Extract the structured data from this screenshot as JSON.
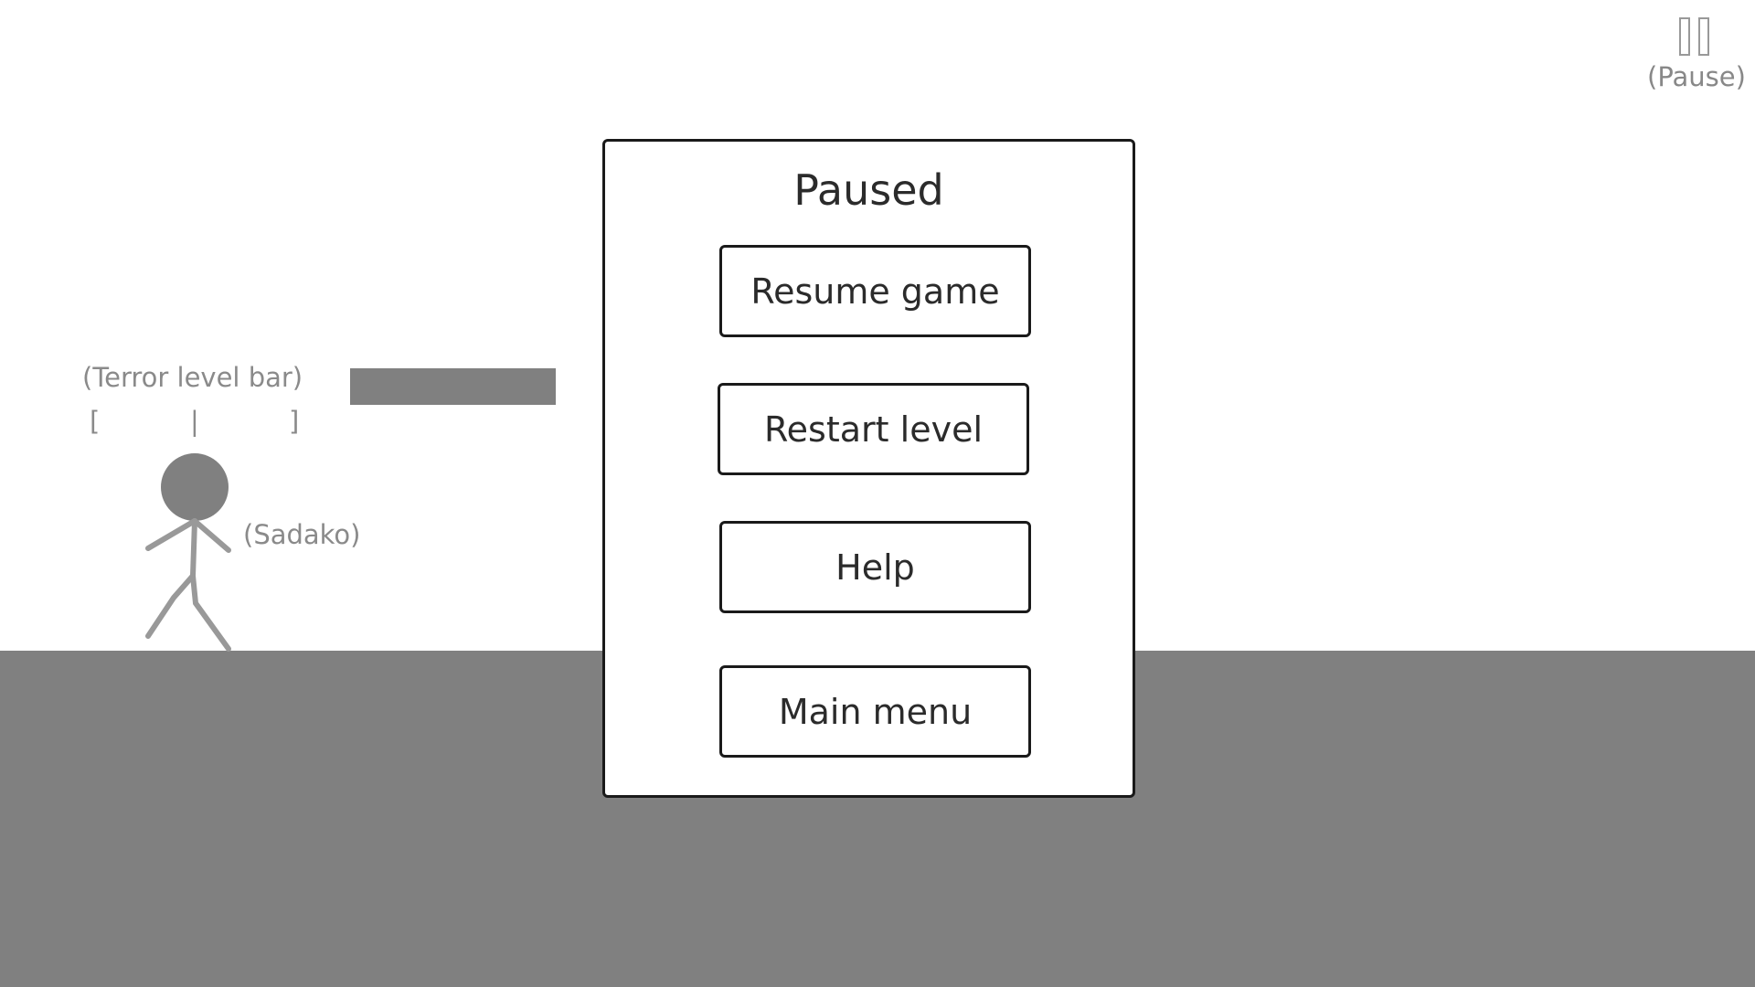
{
  "hud": {
    "pause_icon": "pause-icon",
    "pause_label": "(Pause)",
    "terror_label": "(Terror level bar)",
    "terror_ticks": [
      "[",
      "|",
      "]"
    ],
    "terror_level": 1.0,
    "terror_color": "#808080"
  },
  "scene": {
    "character_label": "(Sadako)",
    "ground_color": "#808080",
    "figure_color": "#808080"
  },
  "pause_menu": {
    "title": "Paused",
    "buttons": {
      "resume": "Resume game",
      "restart": "Restart level",
      "help": "Help",
      "main_menu": "Main menu"
    }
  }
}
